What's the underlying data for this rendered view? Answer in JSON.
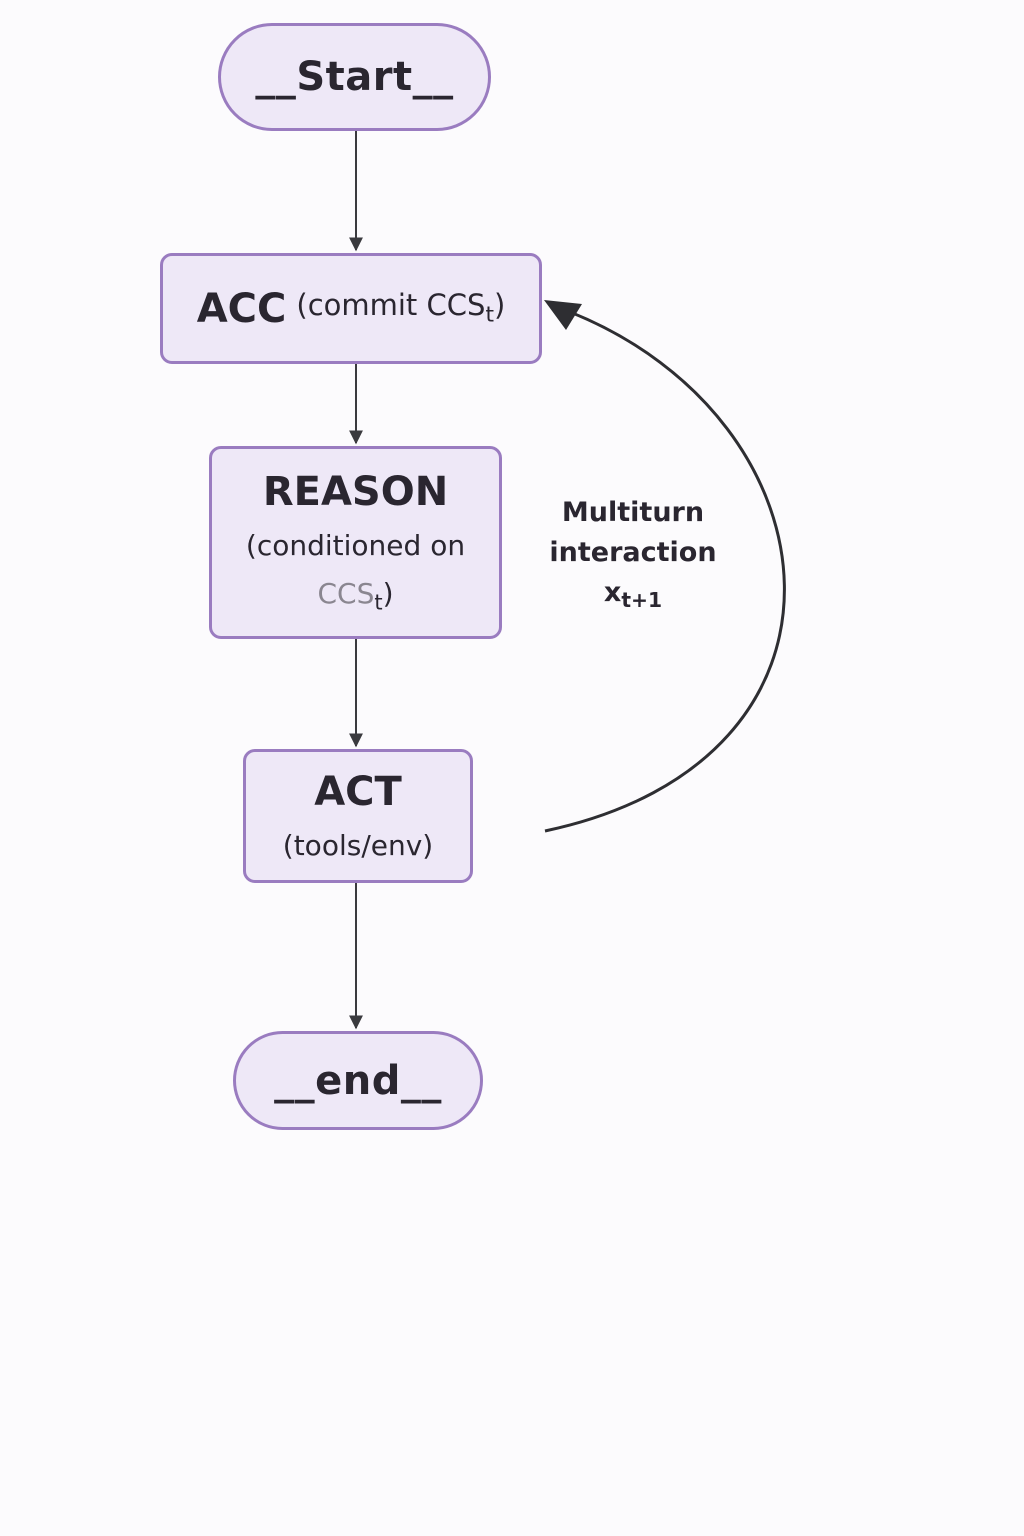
{
  "nodes": {
    "start": {
      "label": "__Start__"
    },
    "acc": {
      "title": "ACC",
      "detail_prefix": "(commit CCS",
      "detail_sub": "t",
      "detail_suffix": ")"
    },
    "reason": {
      "title": "REASON",
      "line1": "(conditioned on",
      "line2_prefix": "CCS",
      "line2_sub": "t",
      "line2_suffix": ")"
    },
    "act": {
      "title": "ACT",
      "line1": "(tools/env)"
    },
    "end": {
      "label": "__end__"
    }
  },
  "loop": {
    "line1": "Multiturn",
    "line2": "interaction",
    "var_base": "x",
    "var_sub": "t+1"
  },
  "colors": {
    "node_fill": "#eee8f7",
    "node_border": "#9a7cc0",
    "edge": "#3a3a3e",
    "text": "#2a2630"
  }
}
